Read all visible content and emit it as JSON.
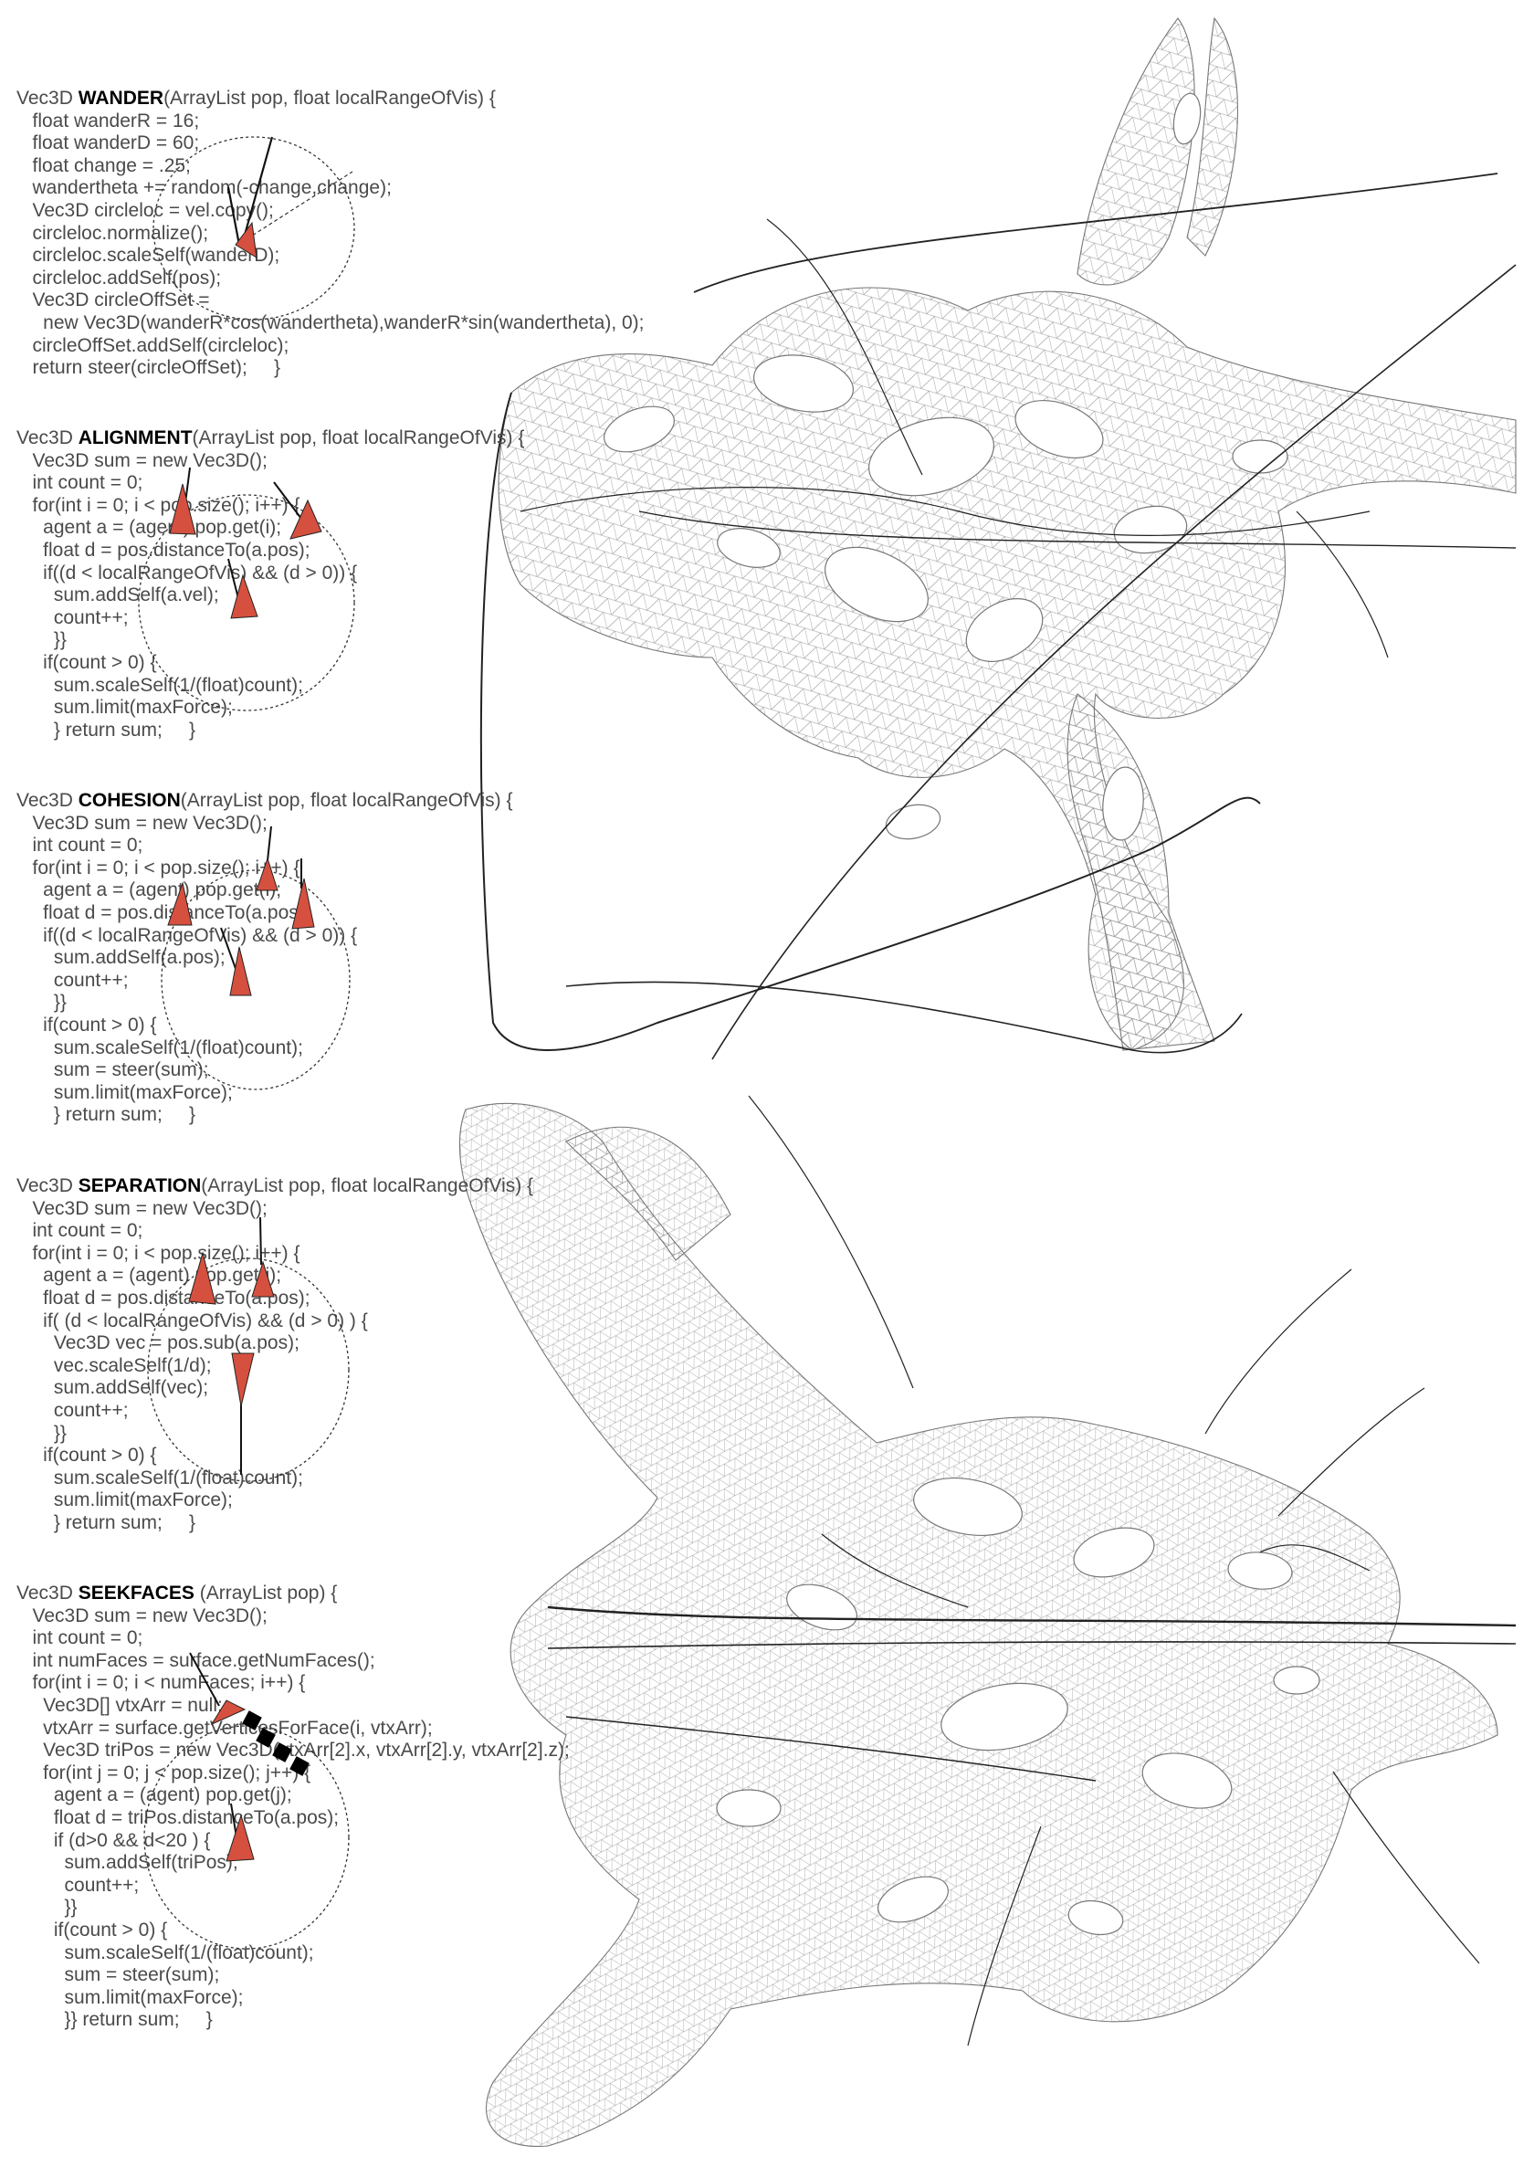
{
  "colors": {
    "agent": "#d6503f",
    "mesh": "#777777",
    "strand": "#222222",
    "code": "#4a4a4a",
    "keyword": "#000000"
  },
  "blocks": [
    {
      "id": "wander",
      "lines": [
        {
          "pre": "Vec3D ",
          "kw": "WANDER",
          "post": "(ArrayList pop, float localRangeOfVis) {"
        },
        {
          "pre": "   float wanderR = 16;"
        },
        {
          "pre": "   float wanderD = 60;"
        },
        {
          "pre": "   float change = .25;"
        },
        {
          "pre": "   wandertheta += random(-change,change);"
        },
        {
          "pre": "   Vec3D circleloc = vel.copy();"
        },
        {
          "pre": "   circleloc.normalize();"
        },
        {
          "pre": "   circleloc.scaleSelf(wanderD);"
        },
        {
          "pre": "   circleloc.addSelf(pos);"
        },
        {
          "pre": "   Vec3D circleOffSet ="
        },
        {
          "pre": "     new Vec3D(wanderR*cos(wandertheta),wanderR*sin(wandertheta), 0);"
        },
        {
          "pre": "   circleOffSet.addSelf(circleloc);"
        },
        {
          "pre": "   return steer(circleOffSet);     }"
        }
      ]
    },
    {
      "id": "alignment",
      "lines": [
        {
          "pre": "Vec3D ",
          "kw": "ALIGNMENT",
          "post": "(ArrayList pop, float localRangeOfVis) {"
        },
        {
          "pre": "   Vec3D sum = new Vec3D();"
        },
        {
          "pre": "   int count = 0;"
        },
        {
          "pre": "   for(int i = 0; i < pop.size(); i++) {"
        },
        {
          "pre": "     agent a = (agent) pop.get(i);"
        },
        {
          "pre": "     float d = pos.distanceTo(a.pos);"
        },
        {
          "pre": "     if((d < localRangeOfVis) && (d > 0)) {"
        },
        {
          "pre": "       sum.addSelf(a.vel);"
        },
        {
          "pre": "       count++;"
        },
        {
          "pre": "       }}"
        },
        {
          "pre": "     if(count > 0) {"
        },
        {
          "pre": "       sum.scaleSelf(1/(float)count);"
        },
        {
          "pre": "       sum.limit(maxForce);"
        },
        {
          "pre": "       } return sum;     }"
        }
      ]
    },
    {
      "id": "cohesion",
      "lines": [
        {
          "pre": "Vec3D ",
          "kw": "COHESION",
          "post": "(ArrayList pop, float localRangeOfVis) {"
        },
        {
          "pre": "   Vec3D sum = new Vec3D();"
        },
        {
          "pre": "   int count = 0;"
        },
        {
          "pre": "   for(int i = 0; i < pop.size(); i++) {"
        },
        {
          "pre": "     agent a = (agent) pop.get(i);"
        },
        {
          "pre": "     float d = pos.distanceTo(a.pos);"
        },
        {
          "pre": "     if((d < localRangeOfVis) && (d > 0)) {"
        },
        {
          "pre": "       sum.addSelf(a.pos);"
        },
        {
          "pre": "       count++;"
        },
        {
          "pre": "       }}"
        },
        {
          "pre": "     if(count > 0) {"
        },
        {
          "pre": "       sum.scaleSelf(1/(float)count);"
        },
        {
          "pre": "       sum = steer(sum);"
        },
        {
          "pre": "       sum.limit(maxForce);"
        },
        {
          "pre": "       } return sum;     }"
        }
      ]
    },
    {
      "id": "separation",
      "lines": [
        {
          "pre": "Vec3D ",
          "kw": "SEPARATION",
          "post": "(ArrayList pop, float localRangeOfVis) {"
        },
        {
          "pre": "   Vec3D sum = new Vec3D();"
        },
        {
          "pre": "   int count = 0;"
        },
        {
          "pre": "   for(int i = 0; i < pop.size(); i++) {"
        },
        {
          "pre": "     agent a = (agent) pop.get(i);"
        },
        {
          "pre": "     float d = pos.distanceTo(a.pos);"
        },
        {
          "pre": "     if( (d < localRangeOfVis) && (d > 0) ) {"
        },
        {
          "pre": "       Vec3D vec = pos.sub(a.pos);"
        },
        {
          "pre": "       vec.scaleSelf(1/d);"
        },
        {
          "pre": "       sum.addSelf(vec);"
        },
        {
          "pre": "       count++;"
        },
        {
          "pre": "       }}"
        },
        {
          "pre": "     if(count > 0) {"
        },
        {
          "pre": "       sum.scaleSelf(1/(float)count);"
        },
        {
          "pre": "       sum.limit(maxForce);"
        },
        {
          "pre": "       } return sum;     }"
        }
      ]
    },
    {
      "id": "seekfaces",
      "lines": [
        {
          "pre": "Vec3D ",
          "kw": "SEEKFACES",
          "post": " (ArrayList pop) {"
        },
        {
          "pre": "   Vec3D sum = new Vec3D();"
        },
        {
          "pre": "   int count = 0;"
        },
        {
          "pre": "   int numFaces = surface.getNumFaces();"
        },
        {
          "pre": "   for(int i = 0; i < numFaces; i++) {"
        },
        {
          "pre": "     Vec3D[] vtxArr = null;"
        },
        {
          "pre": "     vtxArr = surface.getVerticesForFace(i, vtxArr);"
        },
        {
          "pre": "     Vec3D triPos = new Vec3D(vtxArr[2].x, vtxArr[2].y, vtxArr[2].z);"
        },
        {
          "pre": "     for(int j = 0; j < pop.size(); j++) {"
        },
        {
          "pre": "       agent a = (agent) pop.get(j);"
        },
        {
          "pre": "       float d = triPos.distanceTo(a.pos);"
        },
        {
          "pre": "       if (d>0 && d<20 ) {"
        },
        {
          "pre": "         sum.addSelf(triPos);"
        },
        {
          "pre": "         count++;"
        },
        {
          "pre": "         }}"
        },
        {
          "pre": "       if(count > 0) {"
        },
        {
          "pre": "         sum.scaleSelf(1/(float)count);"
        },
        {
          "pre": "         sum = steer(sum);"
        },
        {
          "pre": "         sum.limit(maxForce);"
        },
        {
          "pre": "         }} return sum;     }"
        }
      ]
    }
  ]
}
